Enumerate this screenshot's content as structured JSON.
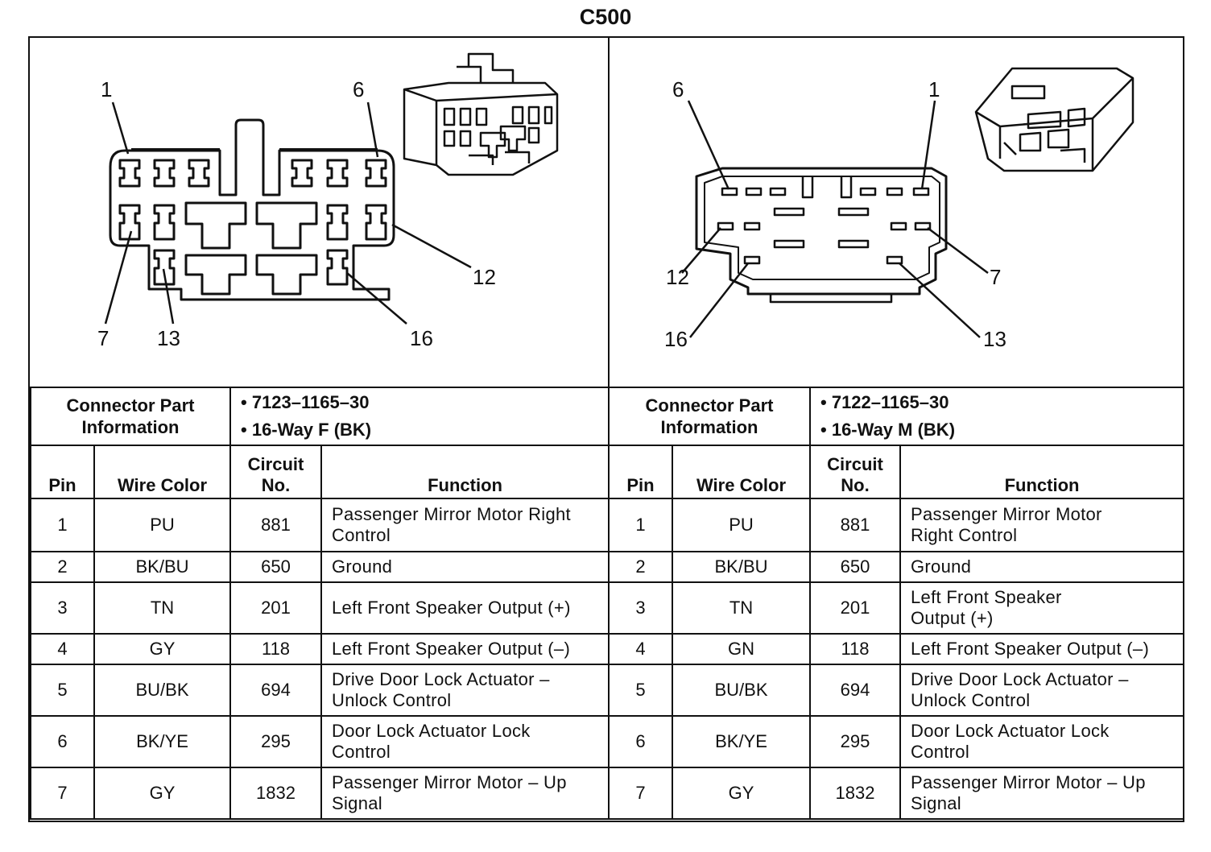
{
  "title": "C500",
  "left_diagram": {
    "labels": [
      "1",
      "6",
      "7",
      "13",
      "12",
      "16"
    ]
  },
  "right_diagram": {
    "labels": [
      "6",
      "1",
      "12",
      "7",
      "16",
      "13"
    ]
  },
  "left_table": {
    "connector_label": [
      "Connector Part",
      "Information"
    ],
    "part_info": [
      "• 7123–1165–30",
      "• 16-Way F (BK)"
    ],
    "headers": {
      "pin": "Pin",
      "wire_color": "Wire Color",
      "circuit": [
        "Circuit",
        "No."
      ],
      "function": "Function"
    },
    "rows": [
      {
        "pin": "1",
        "wire": "PU",
        "circuit": "881",
        "function": [
          "Passenger Mirror Motor Right",
          "Control"
        ]
      },
      {
        "pin": "2",
        "wire": "BK/BU",
        "circuit": "650",
        "function": [
          "Ground"
        ]
      },
      {
        "pin": "3",
        "wire": "TN",
        "circuit": "201",
        "function": [
          "Left Front Speaker Output (+)"
        ]
      },
      {
        "pin": "4",
        "wire": "GY",
        "circuit": "118",
        "function": [
          "Left Front Speaker Output (–)"
        ]
      },
      {
        "pin": "5",
        "wire": "BU/BK",
        "circuit": "694",
        "function": [
          "Drive Door Lock Actuator –",
          "Unlock Control"
        ]
      },
      {
        "pin": "6",
        "wire": "BK/YE",
        "circuit": "295",
        "function": [
          "Door Lock Actuator Lock",
          "Control"
        ]
      },
      {
        "pin": "7",
        "wire": "GY",
        "circuit": "1832",
        "function": [
          "Passenger Mirror Motor – Up",
          "Signal"
        ]
      }
    ]
  },
  "right_table": {
    "connector_label": [
      "Connector Part",
      "Information"
    ],
    "part_info": [
      "• 7122–1165–30",
      "• 16-Way M (BK)"
    ],
    "headers": {
      "pin": "Pin",
      "wire_color": "Wire Color",
      "circuit": [
        "Circuit",
        "No."
      ],
      "function": "Function"
    },
    "rows": [
      {
        "pin": "1",
        "wire": "PU",
        "circuit": "881",
        "function": [
          "Passenger Mirror Motor",
          "Right Control"
        ]
      },
      {
        "pin": "2",
        "wire": "BK/BU",
        "circuit": "650",
        "function": [
          "Ground"
        ]
      },
      {
        "pin": "3",
        "wire": "TN",
        "circuit": "201",
        "function": [
          "Left Front Speaker",
          "Output (+)"
        ]
      },
      {
        "pin": "4",
        "wire": "GN",
        "circuit": "118",
        "function": [
          "Left Front Speaker Output (–)"
        ]
      },
      {
        "pin": "5",
        "wire": "BU/BK",
        "circuit": "694",
        "function": [
          "Drive Door Lock Actuator –",
          "Unlock Control"
        ]
      },
      {
        "pin": "6",
        "wire": "BK/YE",
        "circuit": "295",
        "function": [
          "Door Lock Actuator Lock",
          "Control"
        ]
      },
      {
        "pin": "7",
        "wire": "GY",
        "circuit": "1832",
        "function": [
          "Passenger Mirror Motor – Up",
          "Signal"
        ]
      }
    ]
  }
}
